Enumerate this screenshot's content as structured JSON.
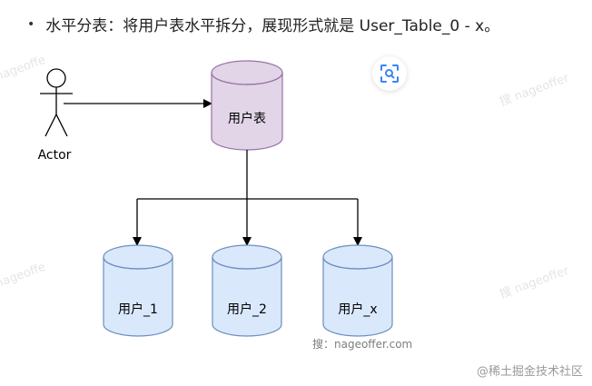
{
  "description": {
    "bullet": "•",
    "text": "水平分表：将用户表水平拆分，展现形式就是 User_Table_0 - x。"
  },
  "actor": {
    "label": "Actor"
  },
  "tables": {
    "main": {
      "label": "用户表"
    },
    "shards": [
      {
        "label": "用户_1"
      },
      {
        "label": "用户_2"
      },
      {
        "label": "用户_x"
      }
    ]
  },
  "colors": {
    "main_fill": "#e1d5e7",
    "main_stroke": "#9673a6",
    "shard_fill": "#dae8fc",
    "shard_stroke": "#6c8ebf",
    "line": "#000000"
  },
  "watermarks": {
    "center": "搜：nageoffer.com",
    "site": "@稀土掘金技术社区"
  }
}
